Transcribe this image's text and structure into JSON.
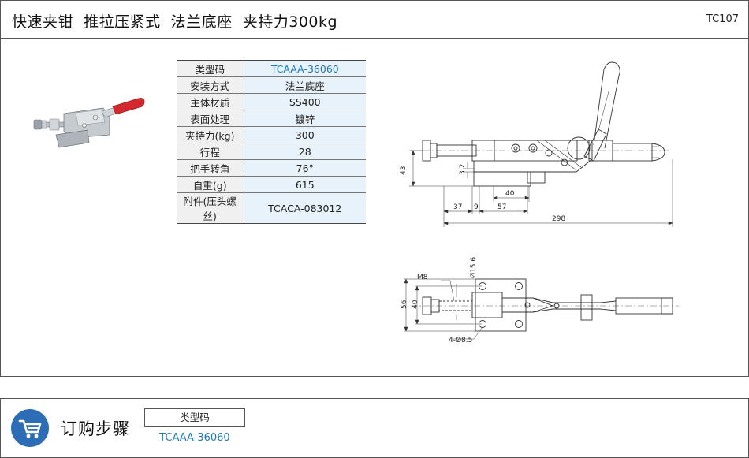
{
  "header": {
    "title": "快速夹钳  推拉压紧式  法兰底座  夹持力300kg",
    "code": "TC107"
  },
  "specs": [
    {
      "key": "类型码",
      "value": "TCAAA-36060"
    },
    {
      "key": "安装方式",
      "value": "法兰底座"
    },
    {
      "key": "主体材质",
      "value": "SS400"
    },
    {
      "key": "表面处理",
      "value": "镀锌"
    },
    {
      "key": "夹持力(kg)",
      "value": "300"
    },
    {
      "key": "行程",
      "value": "28"
    },
    {
      "key": "把手转角",
      "value": "76°"
    },
    {
      "key": "自重(g)",
      "value": "615"
    },
    {
      "key": "附件(压头螺丝)",
      "value": "TCACA-083012"
    }
  ],
  "drawing": {
    "dims": {
      "h43": "43",
      "h32": "3.2",
      "w40": "40",
      "w37": "37",
      "w9": "9",
      "w57": "57",
      "w298": "298",
      "m8": "M8",
      "d156": "Ø15.6",
      "h56": "56",
      "h40": "40",
      "holes": "4-Ø8.5"
    }
  },
  "order": {
    "title": "订购步骤",
    "key": "类型码",
    "value": "TCAAA-36060"
  },
  "colors": {
    "link": "#1f78b4",
    "badge": "#2d6db5",
    "handle": "#d3282e"
  }
}
